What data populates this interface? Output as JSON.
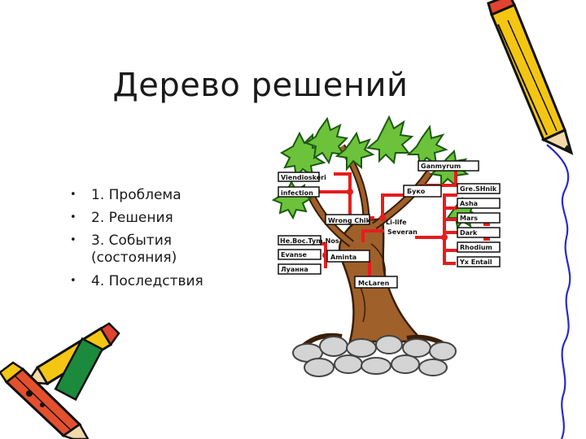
{
  "slide": {
    "title": "Дерево решений",
    "bullets": [
      "1. Проблема",
      "2. Решения",
      "3. События",
      "(состояния)",
      "4. Последствия"
    ]
  },
  "tree": {
    "labels": {
      "l1": "Viendioskeri",
      "l2": "infection",
      "l3": "Wrong Chik",
      "l4": "Li-life",
      "l5": "Severan",
      "l6": "Буко",
      "l7": "Ganmyrum",
      "l8": "Gre.SHnik",
      "l9": "Asha",
      "l10": "Mars",
      "l11": "Dark",
      "l12": "Rhodium",
      "l13": "Yx Entail",
      "l14": "He.Boc.Tym.Nos",
      "l15": "Evanse",
      "l16": "Луанна",
      "l17": "Aminta",
      "l18": "McLaren"
    }
  }
}
